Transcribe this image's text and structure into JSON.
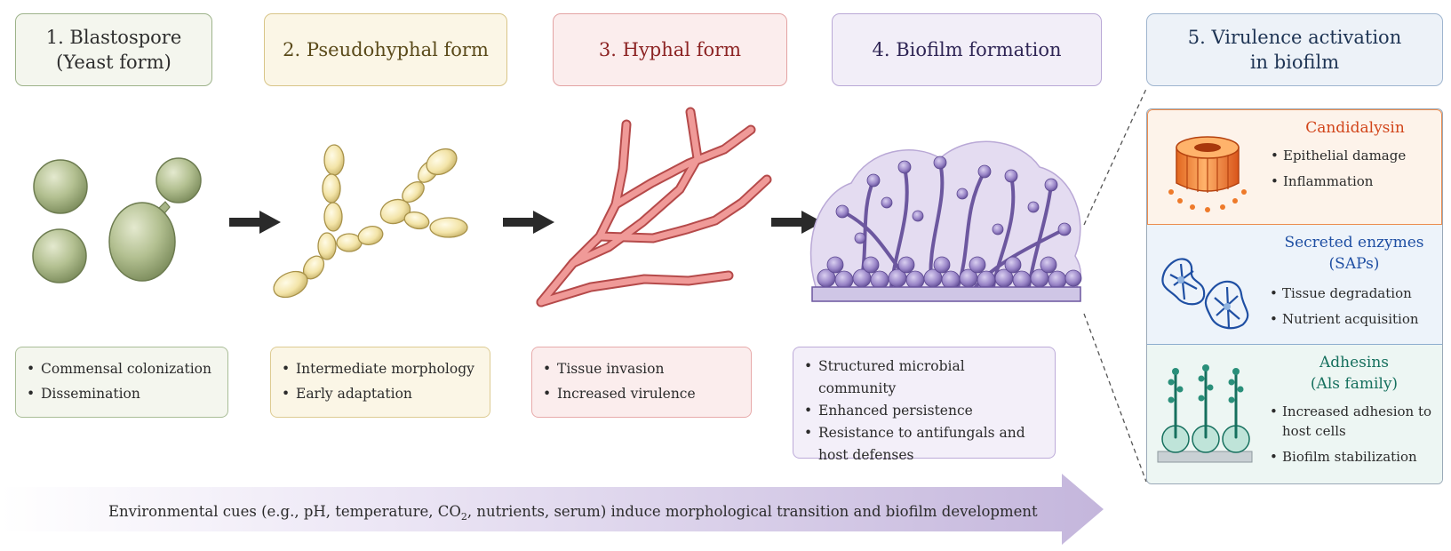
{
  "stages": [
    {
      "title_line1": "1. Blastospore",
      "title_line2": "(Yeast form)",
      "notes": [
        "Commensal colonization",
        "Dissemination"
      ]
    },
    {
      "title_line1": "2. Pseudohyphal form",
      "notes": [
        "Intermediate morphology",
        "Early adaptation"
      ]
    },
    {
      "title_line1": "3. Hyphal form",
      "notes": [
        "Tissue invasion",
        "Increased virulence"
      ]
    },
    {
      "title_line1": "4. Biofilm formation",
      "notes": [
        "Structured microbial community",
        "Enhanced persistence",
        "Resistance to antifungals and host defenses"
      ]
    },
    {
      "title_line1": "5. Virulence activation",
      "title_line2": "in biofilm"
    }
  ],
  "virulence_factors": [
    {
      "name": "Candidalysin",
      "color": "#d2451a",
      "effects": [
        "Epithelial damage",
        "Inflammation"
      ]
    },
    {
      "name_line1": "Secreted enzymes",
      "name_line2": "(SAPs)",
      "color": "#1f4fa3",
      "effects": [
        "Tissue degradation",
        "Nutrient acquisition"
      ]
    },
    {
      "name_line1": "Adhesins",
      "name_line2": "(Als family)",
      "color": "#16705e",
      "effects": [
        "Increased adhesion to host cells",
        "Biofilm stabilization"
      ]
    }
  ],
  "banner": {
    "text_before": "Environmental cues (e.g., pH, temperature, CO",
    "subscript": "2",
    "text_after": ", nutrients, serum) induce morphological transition and biofilm development"
  },
  "colors": {
    "yeast": "#b3c091",
    "pseudohyphae": "#f3e4a8",
    "hyphae": "#e88a88",
    "biofilm": "#8e79c2",
    "banner": "#c4b6dc"
  }
}
